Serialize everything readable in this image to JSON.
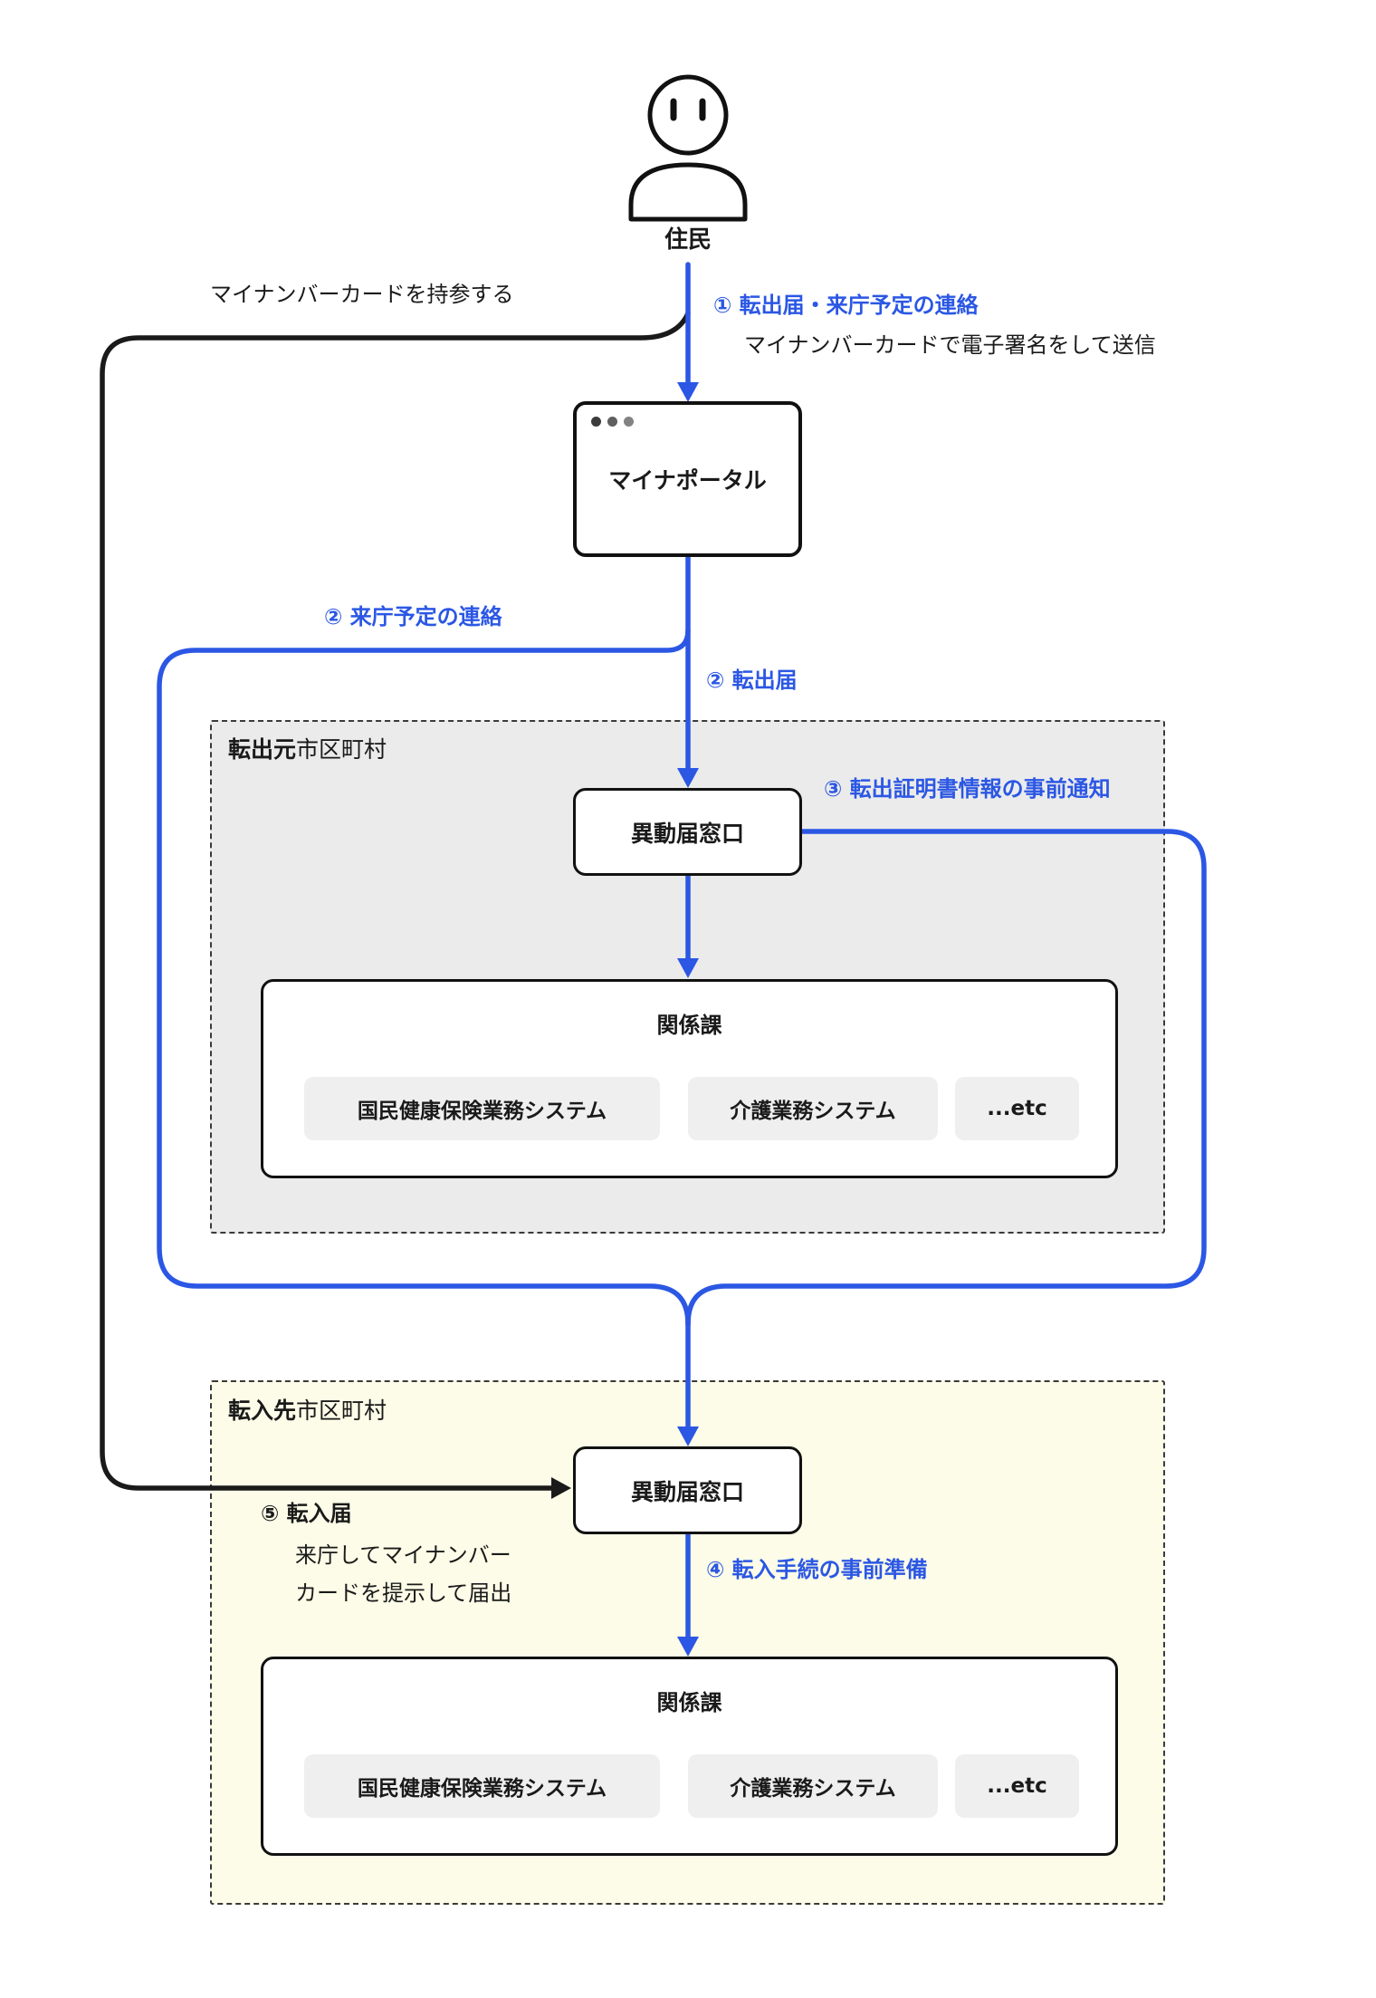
{
  "diagram": {
    "resident_label": "住民",
    "bring_card_label": "マイナンバーカードを持参する",
    "step1_label": "① 転出届・来庁予定の連絡",
    "step1_sub": "マイナンバーカードで電子署名をして送信",
    "mynaportal_label": "マイナポータル",
    "step2a_label": "② 来庁予定の連絡",
    "step2b_label": "② 転出届",
    "source_city": {
      "bold": "転出元",
      "rest": "市区町村"
    },
    "step3_label": "③ 転出証明書情報の事前通知",
    "window_label": "異動届窓口",
    "dept_label": "関係課",
    "systems": [
      "国民健康保険業務システム",
      "介護業務システム",
      "...etc"
    ],
    "dest_city": {
      "bold": "転入先",
      "rest": "市区町村"
    },
    "step4_label": "④ 転入手続の事前準備",
    "step5_label": "⑤ 転入届",
    "step5_sub1": "来庁してマイナンバー",
    "step5_sub2": "カードを提示して届出",
    "colors": {
      "accent_blue": "#2b57e4",
      "line_black": "#1a1a1a",
      "source_bg": "#ebebeb",
      "dest_bg": "#fcfce8",
      "system_bg": "#efefef"
    }
  }
}
